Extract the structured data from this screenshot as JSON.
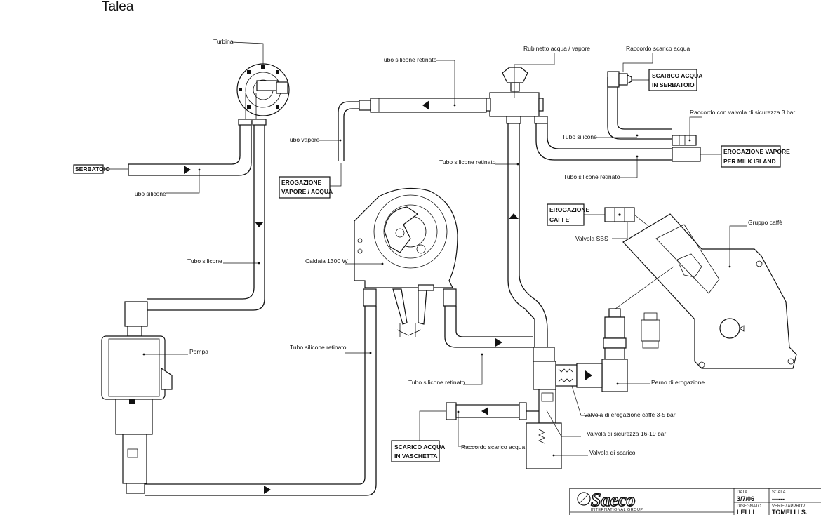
{
  "header": {
    "title": "Talea"
  },
  "labels": {
    "turbina": "Turbina",
    "serbatoio": "SERBATOIO",
    "tubo_silicone_1": "Tubo silicone",
    "tubo_silicone_2": "Tubo silicone",
    "tubo_silicone_3": "Tubo silicone",
    "pompa": "Pompa",
    "tubo_silicone_retinato_top": "Tubo silicone retinato",
    "tubo_vapore": "Tubo vapore",
    "erogazione_vapore_acqua_1": "EROGAZIONE",
    "erogazione_vapore_acqua_2": "VAPORE / ACQUA",
    "rubinetto": "Rubinetto acqua / vapore",
    "raccordo_scarico_acqua_top": "Raccordo scarico acqua",
    "scarico_serbatoio_1": "SCARICO ACQUA",
    "scarico_serbatoio_2": "IN SERBATOIO",
    "raccordo_valvola_sicurezza": "Raccordo con valvola di sicurezza 3 bar",
    "erogazione_milk_1": "EROGAZIONE VAPORE",
    "erogazione_milk_2": "PER MILK ISLAND",
    "tubo_silicone_retinato_mid": "Tubo silicone retinato",
    "tubo_silicone_retinato_right": "Tubo silicone retinato",
    "erogazione_caffe_1": "EROGAZIONE",
    "erogazione_caffe_2": "CAFFE'",
    "valvola_sbs": "Valvola SBS",
    "gruppo_caffe": "Gruppo caffè",
    "caldaia": "Caldaia 1300 W",
    "tubo_silicone_retinato_low": "Tubo silicone retinato",
    "tubo_silicone_retinato_bottom": "Tubo silicone retinato",
    "perno_erogazione": "Perno di erogazione",
    "valvola_erogazione": "Valvola di erogazione caffè 3-5 bar",
    "valvola_sicurezza": "Valvola di sicurezza 16-19 bar",
    "valvola_scarico": "Valvola di scarico",
    "raccordo_scarico_acqua_bottom": "Raccordo scarico acqua",
    "scarico_vaschetta_1": "SCARICO ACQUA",
    "scarico_vaschetta_2": "IN VASCHETTA"
  },
  "title_block": {
    "logo": "Saeco",
    "logo_sub": "INTERNATIONAL GROUP",
    "data_label": "DATA",
    "data_value": "3/7/06",
    "scala_label": "SCALA",
    "scala_value": "------",
    "disegnato_label": "DISEGNATO",
    "disegnato_value": "LELLI",
    "verif_label": "VERIF / APPROV",
    "verif_value": "TOMELLI S."
  }
}
